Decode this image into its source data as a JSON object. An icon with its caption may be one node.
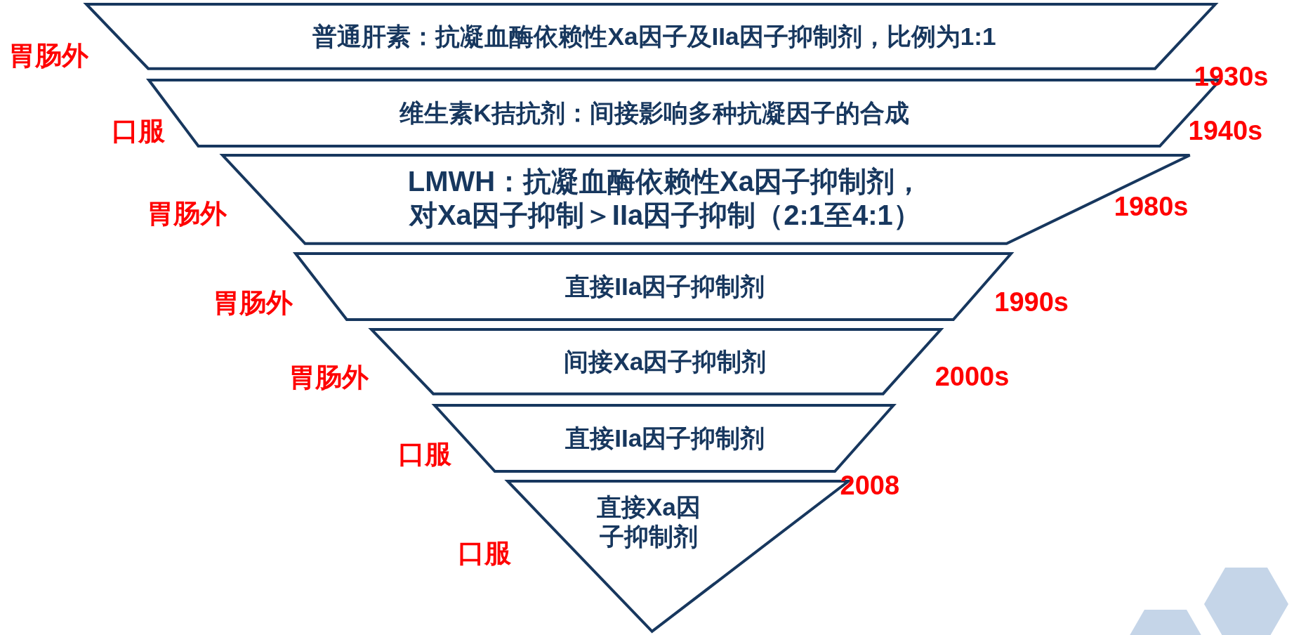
{
  "diagram": {
    "nodes": [
      {
        "text": [
          "普通肝素：抗凝血酶依赖性Xa因子及IIa因子抑制剂，比例为1:1"
        ],
        "beside": [
          "胃肠外",
          "1930s"
        ]
      },
      {
        "text": [
          "维生素K拮抗剂：间接影响多种抗凝因子的合成"
        ],
        "beside": [
          "口服",
          "1940s"
        ]
      },
      {
        "text": [
          "LMWH：抗凝血酶依赖性Xa因子抑制剂，对Xa因子抑制＞IIa因子抑制（2:1至4:1）"
        ],
        "beside": [
          "胃肠外",
          "1980s"
        ]
      },
      {
        "text": [
          "直接IIa因子抑制剂"
        ],
        "beside": [
          "胃肠外",
          "1990s"
        ]
      },
      {
        "text": [
          "间接Xa因子抑制剂"
        ],
        "beside": [
          "胃肠外",
          "2000s"
        ]
      },
      {
        "text": [
          "直接IIa因子抑制剂"
        ],
        "beside": [
          "口服",
          "2008"
        ]
      },
      {
        "text": [
          "直接Xa因子抑制剂"
        ],
        "beside": [
          "口服"
        ]
      }
    ]
  }
}
